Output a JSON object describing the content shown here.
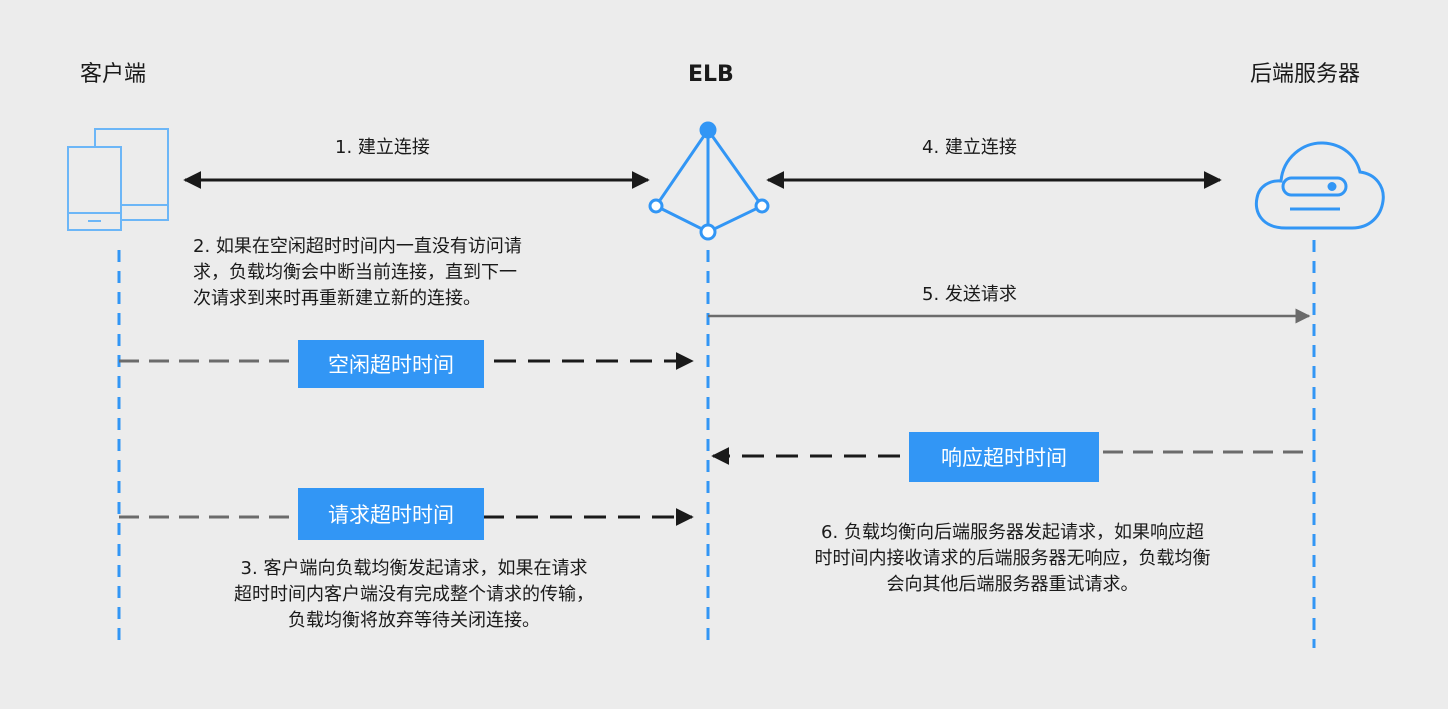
{
  "colors": {
    "background": "#ececec",
    "accent_blue": "#3296f5",
    "arrow_dark": "#1a1a1a",
    "arrow_gray": "#6b6b6b",
    "lifeline_blue": "#3296f5"
  },
  "participants": {
    "client": {
      "label": "客户端",
      "icon": "client-devices-icon"
    },
    "elb": {
      "label": "ELB",
      "icon": "elb-network-icon"
    },
    "backend": {
      "label": "后端服务器",
      "icon": "cloud-server-icon"
    }
  },
  "messages": {
    "m1": "1. 建立连接",
    "m4": "4. 建立连接",
    "m5": "5. 发送请求"
  },
  "notes": {
    "n2": "2. 如果在空闲超时时间内一直没有访问请\n求，负载均衡会中断当前连接，直到下一\n次请求到来时再重新建立新的连接。",
    "n3": "3. 客户端向负载均衡发起请求，如果在请求\n超时时间内客户端没有完成整个请求的传输，\n负载均衡将放弃等待关闭连接。",
    "n6": "6. 负载均衡向后端服务器发起请求，如果响应超\n时时间内接收请求的后端服务器无响应，负载均衡\n会向其他后端服务器重试请求。"
  },
  "timeouts": {
    "idle": "空闲超时时间",
    "request": "请求超时时间",
    "response": "响应超时时间"
  }
}
